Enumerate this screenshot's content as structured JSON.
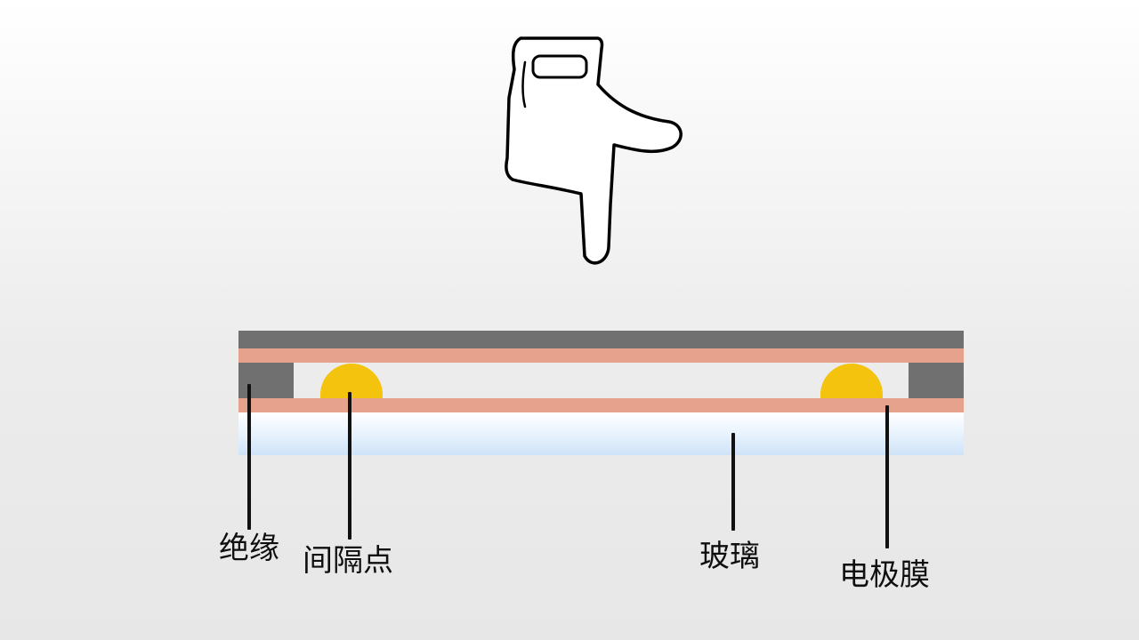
{
  "diagram": {
    "labels": {
      "insulation": "绝缘",
      "spacer_dot": "间隔点",
      "glass": "玻璃",
      "electrode_film": "电极膜"
    },
    "icons": [
      "pointing-hand-icon"
    ],
    "colors": {
      "top_film": "#707070",
      "electrode_film": "#e6a28d",
      "insulation": "#707070",
      "spacer_dot": "#f3c30d",
      "glass": "#cfe4f8",
      "leader_line": "#111111"
    }
  }
}
